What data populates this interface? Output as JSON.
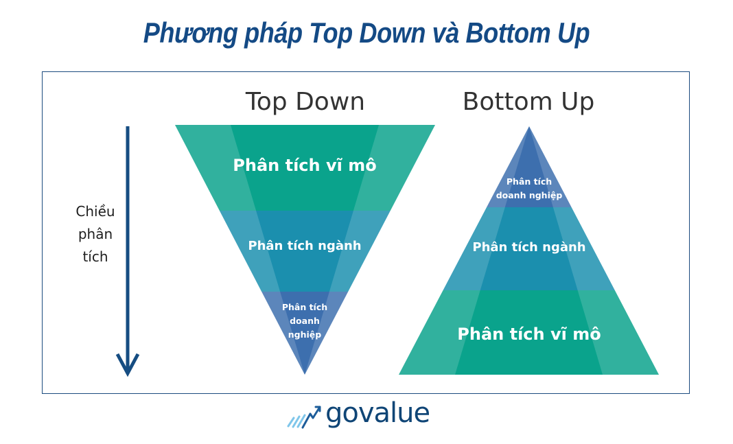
{
  "title": "Phương pháp Top Down và Bottom Up",
  "top_down": {
    "heading": "Top Down",
    "levels": [
      "Phân tích vĩ mô",
      "Phân tích ngành",
      [
        "Phân tích",
        "doanh",
        "nghiệp"
      ]
    ]
  },
  "bottom_up": {
    "heading": "Bottom Up",
    "levels": [
      [
        "Phân tích",
        "doanh nghiệp"
      ],
      "Phân tích ngành",
      "Phân tích vĩ mô"
    ]
  },
  "direction": {
    "lines": [
      "Chiều",
      "phân",
      "tích"
    ]
  },
  "brand": {
    "name": "govalue"
  },
  "colors": {
    "title": "#144a85",
    "macro": "#0aa38c",
    "macro_light": "#2bb3a2",
    "industry": "#1b8fae",
    "industry_light": "#3a9dc7",
    "company": "#3d6fae",
    "company_light": "#5a86bf",
    "arrow": "#164d82",
    "frame": "#1a4a7e"
  }
}
